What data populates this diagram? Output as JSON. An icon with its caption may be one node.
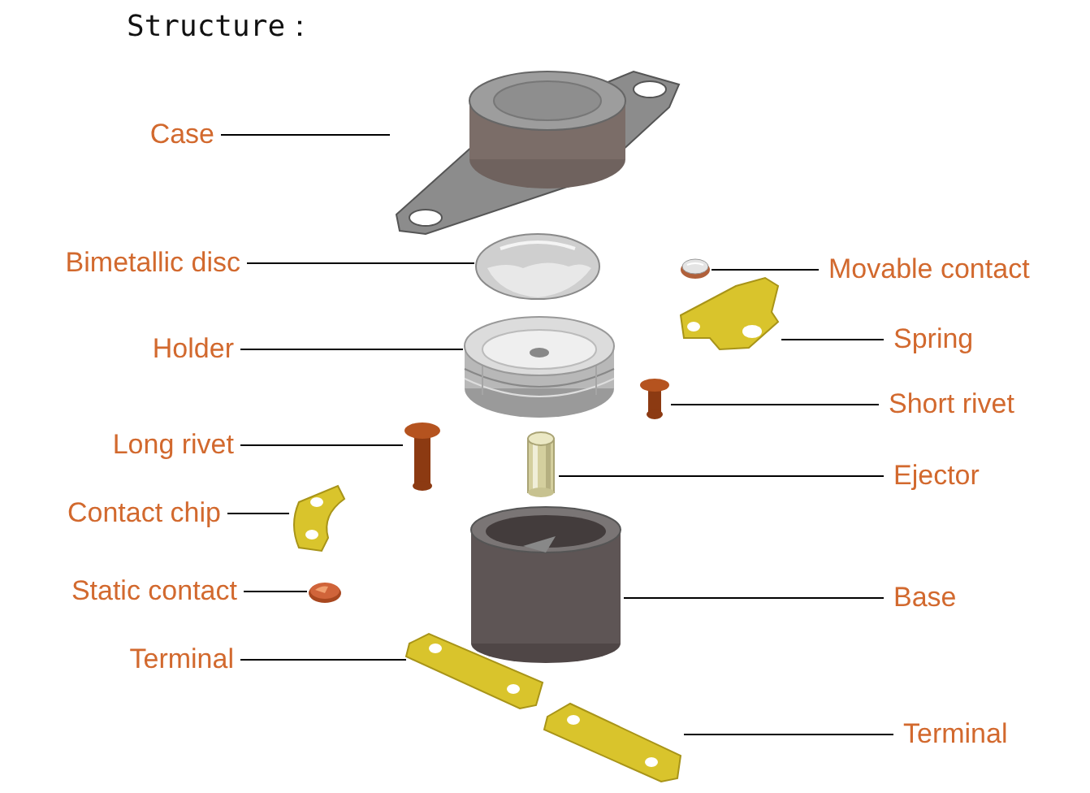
{
  "diagram": {
    "title": "Structure：",
    "nodes": [
      {
        "text": [
          "Case"
        ]
      },
      {
        "text": [],
        "shape": "picture"
      },
      {
        "text": [
          "Bimetallic disc"
        ]
      },
      {
        "text": [],
        "shape": "picture"
      },
      {
        "text": [
          "Movable contact"
        ]
      },
      {
        "text": [],
        "shape": "picture"
      },
      {
        "text": [
          "Holder"
        ]
      },
      {
        "text": [],
        "shape": "picture"
      },
      {
        "text": [
          "Spring"
        ]
      },
      {
        "text": [],
        "shape": "picture"
      },
      {
        "text": [
          "Short rivet"
        ]
      },
      {
        "text": [],
        "shape": "picture"
      },
      {
        "text": [
          "Long rivet"
        ]
      },
      {
        "text": [],
        "shape": "picture"
      },
      {
        "text": [
          "Ejector"
        ]
      },
      {
        "text": [],
        "shape": "picture"
      },
      {
        "text": [
          "Contact chip"
        ]
      },
      {
        "text": [],
        "shape": "picture"
      },
      {
        "text": [
          "Static contact"
        ]
      },
      {
        "text": [],
        "shape": "picture"
      },
      {
        "text": [
          "Base"
        ]
      },
      {
        "text": [],
        "shape": "picture"
      },
      {
        "text": [
          "Terminal"
        ]
      },
      {
        "text": [],
        "shape": "picture"
      },
      {
        "text": [
          "Terminal"
        ]
      },
      {
        "text": [],
        "shape": "picture"
      }
    ],
    "edges": [
      {
        "from": 0,
        "to": 1,
        "arrow": "none"
      },
      {
        "from": 2,
        "to": 3,
        "arrow": "none"
      },
      {
        "from": 4,
        "to": 5,
        "arrow": "none"
      },
      {
        "from": 6,
        "to": 7,
        "arrow": "none"
      },
      {
        "from": 8,
        "to": 9,
        "arrow": "none"
      },
      {
        "from": 10,
        "to": 11,
        "arrow": "none"
      },
      {
        "from": 12,
        "to": 13,
        "arrow": "none"
      },
      {
        "from": 14,
        "to": 15,
        "arrow": "none"
      },
      {
        "from": 16,
        "to": 17,
        "arrow": "none"
      },
      {
        "from": 18,
        "to": 19,
        "arrow": "none"
      },
      {
        "from": 20,
        "to": 21,
        "arrow": "none"
      },
      {
        "from": 22,
        "to": 23,
        "arrow": "none"
      },
      {
        "from": 24,
        "to": 25,
        "arrow": "none"
      }
    ]
  }
}
